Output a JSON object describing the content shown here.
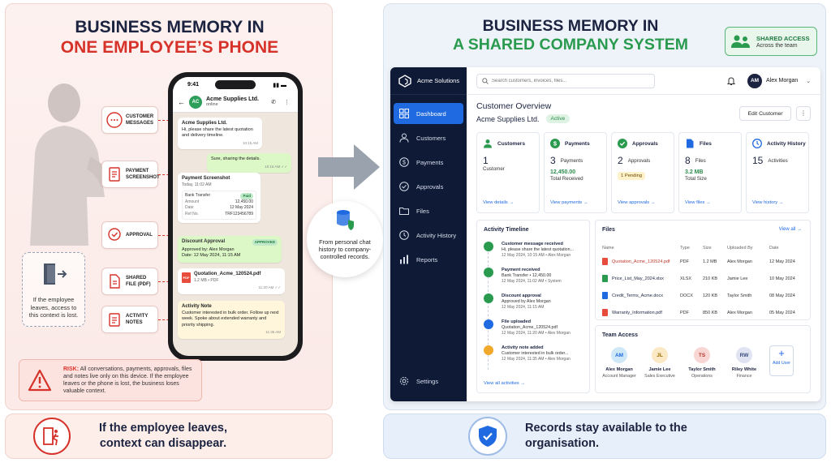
{
  "left": {
    "title_line1": "BUSINESS MEMORY IN",
    "title_line2": "ONE EMPLOYEE’S PHONE",
    "exit_text": "If the employee leaves, access to this context is lost.",
    "labels": {
      "customer_messages": "CUSTOMER MESSAGES",
      "payment_screenshot": "PAYMENT SCREENSHOT",
      "approval": "APPROVAL",
      "shared_file": "SHARED FILE (PDF)",
      "activity_notes": "ACTIVITY NOTES"
    },
    "phone": {
      "time": "9:41",
      "contact_initials": "AC",
      "contact_name": "Acme Supplies Ltd.",
      "contact_status": "online",
      "msg1_title": "Acme Supplies Ltd.",
      "msg1_text": "Hi, please share the latest quotation and delivery timeline.",
      "msg1_time": "10:15 AM",
      "msg2_text": "Sure, sharing the details.",
      "msg2_time": "10:16 AM ✓✓",
      "pay_title": "Payment Screenshot",
      "pay_sub": "Today, 11:02 AM",
      "pay_method": "Bank Transfer",
      "pay_status": "Paid",
      "pay_amount_k": "Amount",
      "pay_amount_v": "12,450.00",
      "pay_date_k": "Date",
      "pay_date_v": "12 May 2024",
      "pay_ref_k": "Ref No.",
      "pay_ref_v": "TRF123456789",
      "appr_title": "Discount Approval",
      "appr_badge": "APPROVED",
      "appr_by": "Approved by: Alex Morgan",
      "appr_date": "Date: 12 May 2024, 11:15 AM",
      "pdf_tag": "PDF",
      "pdf_name": "Quotation_Acme_120524.pdf",
      "pdf_meta": "1.2 MB • PDF",
      "pdf_time": "11:20 AM ✓✓",
      "note_title": "Activity Note",
      "note_text": "Customer interested in bulk order. Follow up next week. Spoke about extended warranty and priority shipping.",
      "note_time": "11:35 AM"
    },
    "risk_label": "RISK:",
    "risk_text": "All conversations, payments, approvals, files and notes live only on this device. If the employee leaves or the phone is lost, the business loses valuable context.",
    "footer_text": "If the employee leaves, context can disappear."
  },
  "center": {
    "text": "From personal chat history to company-controlled records."
  },
  "right": {
    "title_line1": "BUSINESS MEMORY IN",
    "title_line2": "A SHARED COMPANY SYSTEM",
    "badge_title": "SHARED ACCESS",
    "badge_sub": "Across the team",
    "footer_text": "Records stay available to the organisation."
  },
  "app": {
    "brand": "Acme Solutions",
    "nav": [
      "Dashboard",
      "Customers",
      "Payments",
      "Approvals",
      "Files",
      "Activity History",
      "Reports"
    ],
    "settings": "Settings",
    "search_placeholder": "Search customers, invoices, files...",
    "user_initials": "AM",
    "user_name": "Alex Morgan",
    "overview_title": "Customer Overview",
    "customer_name": "Acme Supplies Ltd.",
    "status": "Active",
    "edit_button": "Edit Customer",
    "more": "⋮",
    "cards": {
      "customers": {
        "title": "Customers",
        "num": "1",
        "label": "Customer",
        "link": "View details →"
      },
      "payments": {
        "title": "Payments",
        "num": "3",
        "label": "Payments",
        "amount": "12,450.00",
        "amount_label": "Total Received",
        "link": "View payments →"
      },
      "approvals": {
        "title": "Approvals",
        "num": "2",
        "label": "Approvals",
        "pending": "1 Pending",
        "link": "View approvals →"
      },
      "files": {
        "title": "Files",
        "num": "8",
        "label": "Files",
        "size": "3.2 MB",
        "size_label": "Total Size",
        "link": "View files →"
      },
      "activity": {
        "title": "Activity History",
        "num": "15",
        "label": "Activities",
        "link": "View history →"
      }
    },
    "timeline": {
      "title": "Activity Timeline",
      "items": [
        {
          "t": "Customer message received",
          "d": "Hi, please share the latest quotation...",
          "m": "12 May 2024, 10:15 AM • Alex Morgan"
        },
        {
          "t": "Payment received",
          "d": "Bank Transfer • 12,450.00",
          "m": "12 May 2024, 11:02 AM • System"
        },
        {
          "t": "Discount approval",
          "d": "Approved by Alex Morgan",
          "m": "12 May 2024, 11:15 AM"
        },
        {
          "t": "File uploaded",
          "d": "Quotation_Acme_120524.pdf",
          "m": "12 May 2024, 11:20 AM • Alex Morgan"
        },
        {
          "t": "Activity note added",
          "d": "Customer interested in bulk order...",
          "m": "12 May 2024, 11:35 AM • Alex Morgan"
        }
      ],
      "view_all": "View all activities →"
    },
    "files": {
      "title": "Files",
      "view_all": "View all →",
      "headers": [
        "Name",
        "Type",
        "Size",
        "Uploaded By",
        "Date"
      ],
      "rows": [
        {
          "name": "Quotation_Acme_120524.pdf",
          "type": "PDF",
          "size": "1.2 MB",
          "by": "Alex Morgan",
          "date": "12 May 2024"
        },
        {
          "name": "Price_List_May_2024.xlsx",
          "type": "XLSX",
          "size": "210 KB",
          "by": "Jamie Lee",
          "date": "10 May 2024"
        },
        {
          "name": "Credit_Terms_Acme.docx",
          "type": "DOCX",
          "size": "120 KB",
          "by": "Taylor Smith",
          "date": "08 May 2024"
        },
        {
          "name": "Warranty_Information.pdf",
          "type": "PDF",
          "size": "850 KB",
          "by": "Alex Morgan",
          "date": "05 May 2024"
        }
      ]
    },
    "team": {
      "title": "Team Access",
      "members": [
        {
          "initials": "AM",
          "name": "Alex Morgan",
          "role": "Account Manager"
        },
        {
          "initials": "JL",
          "name": "Jamie Lee",
          "role": "Sales Executive"
        },
        {
          "initials": "TS",
          "name": "Taylor Smith",
          "role": "Operations"
        },
        {
          "initials": "RW",
          "name": "Riley White",
          "role": "Finance"
        }
      ],
      "add_user": "Add User"
    }
  },
  "colors": {
    "red": "#d6322a",
    "green": "#2a9a4f",
    "navy": "#0e1a36",
    "blue": "#1f6ae0"
  }
}
